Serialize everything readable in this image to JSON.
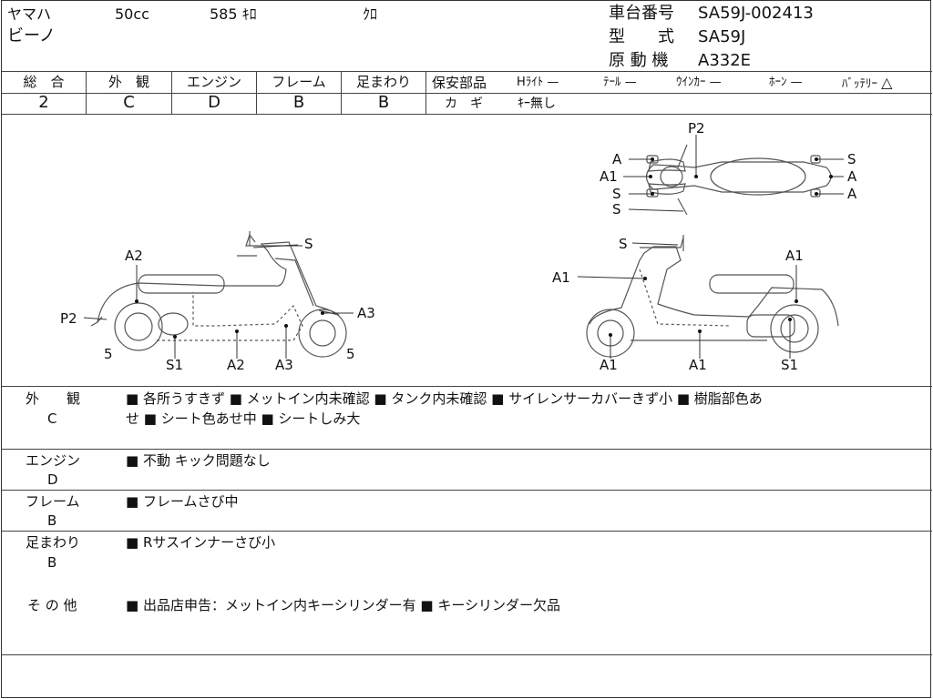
{
  "header": {
    "maker": "ヤマハ",
    "displacement": "50cc",
    "mileage": "585 ｷﾛ",
    "color": "ｸﾛ",
    "model_name": "ビーノ",
    "chassis_label": "車台番号",
    "chassis_value": "SA59J-002413",
    "type_label": "型　　式",
    "type_value": "SA59J",
    "engine_label": "原 動 機",
    "engine_value": "A332E"
  },
  "ratings": [
    {
      "label": "総　合",
      "value": "2"
    },
    {
      "label": "外　観",
      "value": "C"
    },
    {
      "label": "エンジン",
      "value": "D"
    },
    {
      "label": "フレーム",
      "value": "B"
    },
    {
      "label": "足まわり",
      "value": "B"
    }
  ],
  "safety": {
    "label": "保安部品",
    "items": [
      {
        "name": "Hﾗｲﾄ",
        "status": "—"
      },
      {
        "name": "ﾃｰﾙ",
        "status": "—"
      },
      {
        "name": "ｳｲﾝｶｰ",
        "status": "—"
      },
      {
        "name": "ﾎｰﾝ",
        "status": "—"
      },
      {
        "name": "ﾊﾞｯﾃﾘｰ",
        "status": "△"
      }
    ],
    "key_label": "カ　ギ",
    "key_value": "ｷｰ無し"
  },
  "diagram_labels": {
    "top": [
      "P2",
      "A",
      "A1",
      "S",
      "S",
      "S",
      "A",
      "A"
    ],
    "left": [
      "S",
      "A2",
      "P2",
      "A3",
      "5",
      "S1",
      "A2",
      "A3",
      "5"
    ],
    "right": [
      "S",
      "A1",
      "A1",
      "A1",
      "A1",
      "S1"
    ]
  },
  "sections": [
    {
      "title": "外　　観",
      "grade": "C",
      "notes": [
        "■ 各所うすきず ■ メットイン内未確認 ■ タンク内未確認 ■ サイレンサーカバーきず小 ■ 樹脂部色あ",
        "せ ■ シート色あせ中 ■ シートしみ大"
      ]
    },
    {
      "title": "エンジン",
      "grade": "D",
      "notes": [
        "■ 不動 キック問題なし"
      ]
    },
    {
      "title": "フレーム",
      "grade": "B",
      "notes": [
        "■ フレームさび中"
      ]
    },
    {
      "title": "足まわり",
      "grade": "B",
      "notes": [
        "■ Rサスインナーさび小"
      ]
    },
    {
      "title": "そ の 他",
      "grade": "",
      "notes": [
        "■ 出品店申告：メットイン内キーシリンダー有 ■ キーシリンダー欠品"
      ]
    }
  ]
}
